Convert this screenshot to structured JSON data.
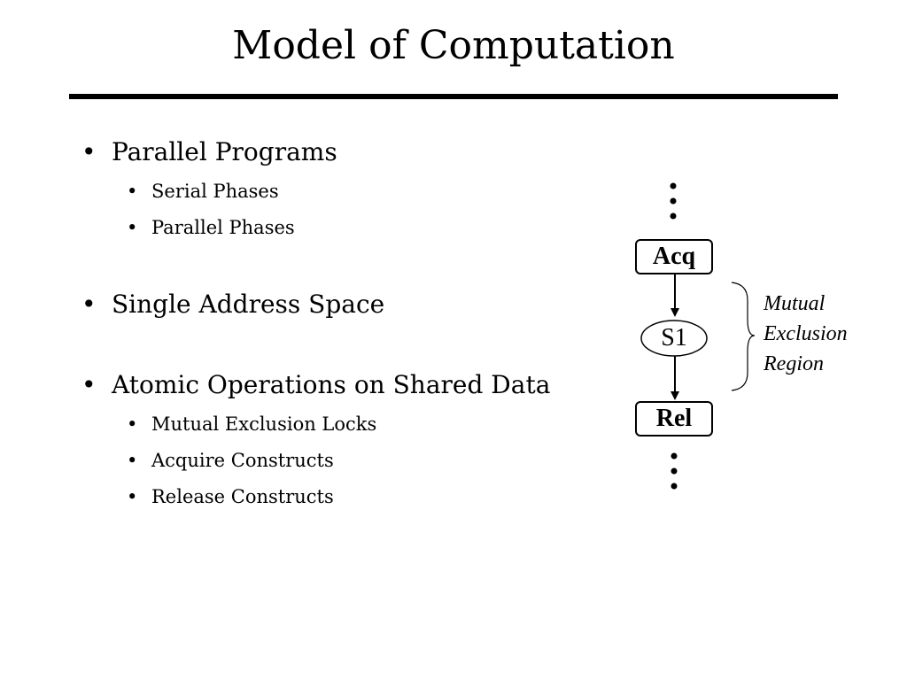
{
  "slide": {
    "title": "Model of Computation",
    "bullets": [
      {
        "text": "Parallel Programs",
        "sub": [
          "Serial Phases",
          "Parallel Phases"
        ]
      },
      {
        "text": "Single Address Space",
        "sub": []
      },
      {
        "text": "Atomic Operations on Shared Data",
        "sub": [
          "Mutual Exclusion Locks",
          "Acquire Constructs",
          "Release Constructs"
        ]
      }
    ],
    "bullet_glyph": "•"
  },
  "diagram": {
    "acquire_label": "Acq",
    "statement_label": "S1",
    "release_label": "Rel",
    "region_label": [
      "Mutual",
      "Exclusion",
      "Region"
    ]
  }
}
